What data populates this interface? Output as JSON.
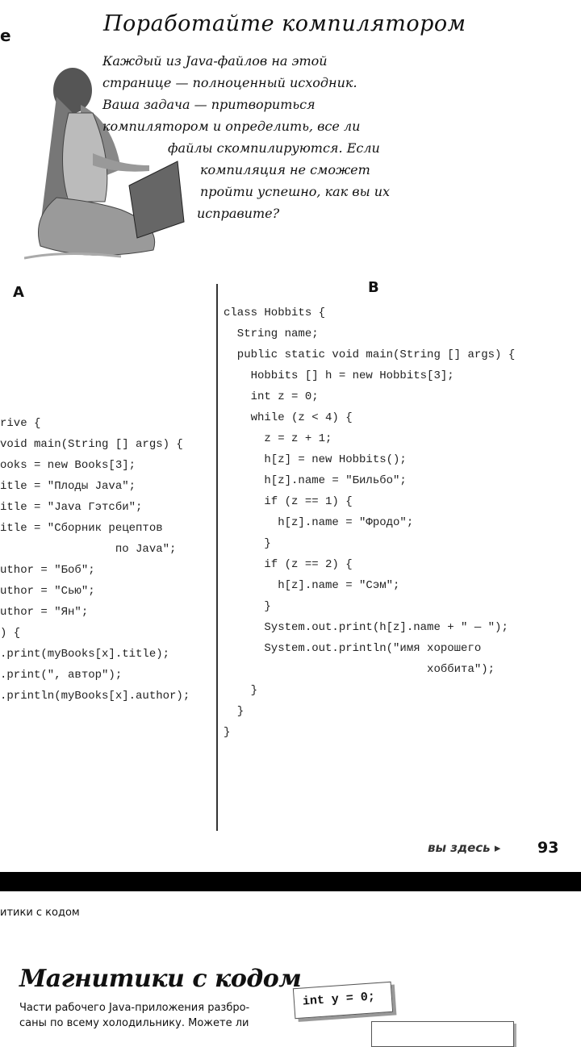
{
  "top": {
    "stub_letter": "e",
    "title": "Поработайте компилятором",
    "intro_lines": [
      "Каждый из Java-файлов на этой",
      "странице — полноценный исходник.",
      "Ваша задача — притвориться",
      "компилятором и определить, все ли",
      "файлы скомпилируются. Если",
      "компиляция не сможет",
      "пройти успешно, как вы их",
      "исправите?"
    ]
  },
  "columns": {
    "a_label": "A",
    "b_label": "B",
    "a_code": [
      "rive {",
      "void main(String [] args) {",
      "",
      "ooks = new Books[3];",
      "",
      "itle = \"Плоды Java\";",
      "itle = \"Java Гэтсби\";",
      "itle = \"Сборник рецептов",
      "                 по Java\";",
      "uthor = \"Боб\";",
      "uthor = \"Сью\";",
      "uthor = \"Ян\";",
      "",
      ") {",
      ".print(myBooks[x].title);",
      ".print(\", автор\");",
      ".println(myBooks[x].author);"
    ],
    "b_code": [
      "class Hobbits {",
      "",
      "  String name;",
      "",
      "  public static void main(String [] args) {",
      "",
      "    Hobbits [] h = new Hobbits[3];",
      "    int z = 0;",
      "",
      "    while (z < 4) {",
      "      z = z + 1;",
      "      h[z] = new Hobbits();",
      "      h[z].name = \"Бильбо\";",
      "      if (z == 1) {",
      "        h[z].name = \"Фродо\";",
      "      }",
      "      if (z == 2) {",
      "        h[z].name = \"Сэм\";",
      "      }",
      "      System.out.print(h[z].name + \" — \");",
      "      System.out.println(\"имя хорошего",
      "                              хоббита\");",
      "    }",
      "  }",
      "}"
    ]
  },
  "footer": {
    "you_are_here": "вы здесь ▸",
    "page_number": "93"
  },
  "next_page": {
    "running_head": "итики с кодом",
    "heading": "Магнитики с кодом",
    "paragraph_lines": [
      "Части рабочего Java-приложения разбро-",
      "саны по всему холодильнику. Можете ли"
    ],
    "magnet_code": "int y = 0;"
  }
}
